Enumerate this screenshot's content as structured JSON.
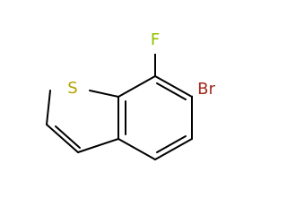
{
  "diagram": {
    "atoms": {
      "s": {
        "label": "S",
        "color": "#b5a000"
      },
      "f": {
        "label": "F",
        "color": "#8fbf00"
      },
      "br": {
        "label": "Br",
        "color": "#a02a1e"
      }
    },
    "bond_color": "#000000",
    "background": "#ffffff"
  }
}
